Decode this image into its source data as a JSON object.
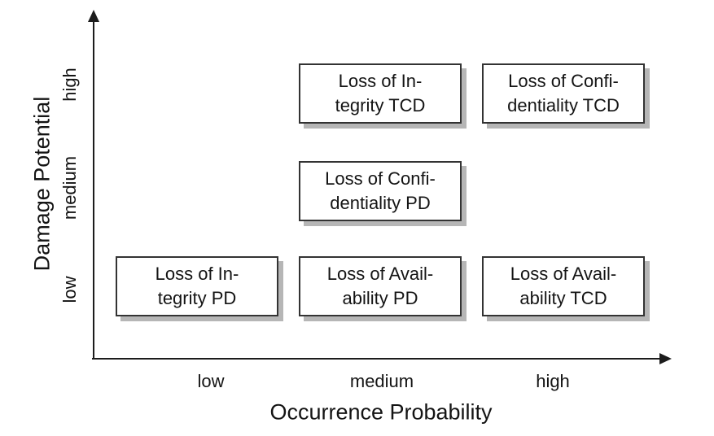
{
  "figure": {
    "background": "#ffffff",
    "axis_color": "#1c1c1c",
    "text_color": "#141414",
    "node_border_color": "#333333",
    "node_fill_color": "#ffffff",
    "node_shadow_color": "#b6b6b6"
  },
  "x_axis": {
    "label": "Occurrence Probability",
    "ticks": [
      "low",
      "medium",
      "high"
    ]
  },
  "y_axis": {
    "label": "Damage Potential",
    "ticks": [
      "low",
      "medium",
      "high"
    ]
  },
  "nodes": [
    {
      "line1": "Loss of In-",
      "line2": "tegrity TCD",
      "x": "medium",
      "y": "high"
    },
    {
      "line1": "Loss of Confi-",
      "line2": "dentiality TCD",
      "x": "high",
      "y": "high"
    },
    {
      "line1": "Loss of Confi-",
      "line2": "dentiality PD",
      "x": "medium",
      "y": "medium"
    },
    {
      "line1": "Loss of In-",
      "line2": "tegrity PD",
      "x": "low",
      "y": "low"
    },
    {
      "line1": "Loss of Avail-",
      "line2": "ability PD",
      "x": "medium",
      "y": "low"
    },
    {
      "line1": "Loss of Avail-",
      "line2": "ability TCD",
      "x": "high",
      "y": "low"
    }
  ]
}
